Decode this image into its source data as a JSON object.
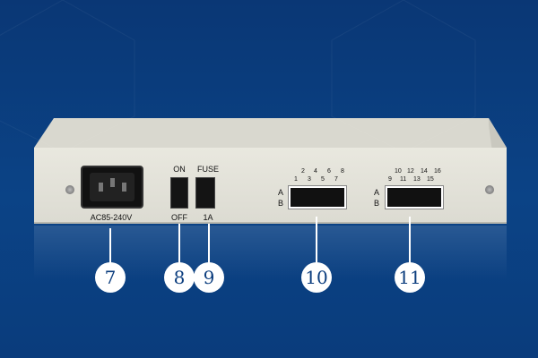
{
  "panel_labels": {
    "power_input": "AC85-240V",
    "switch_on": "ON",
    "switch_off": "OFF",
    "fuse": "FUSE",
    "fuse_rating": "1A",
    "row_a": "A",
    "row_b": "B"
  },
  "port_numbers_group1": {
    "top": [
      "2",
      "4",
      "6",
      "8"
    ],
    "bottom": [
      "1",
      "3",
      "5",
      "7"
    ]
  },
  "port_numbers_group2": {
    "top": [
      "10",
      "12",
      "14",
      "16"
    ],
    "bottom": [
      "9",
      "11",
      "13",
      "15"
    ]
  },
  "callouts": [
    "7",
    "8",
    "9",
    "10",
    "11"
  ],
  "colors": {
    "background": "#0b4386",
    "panel": "#e4e3da",
    "callout": "#ffffff"
  }
}
